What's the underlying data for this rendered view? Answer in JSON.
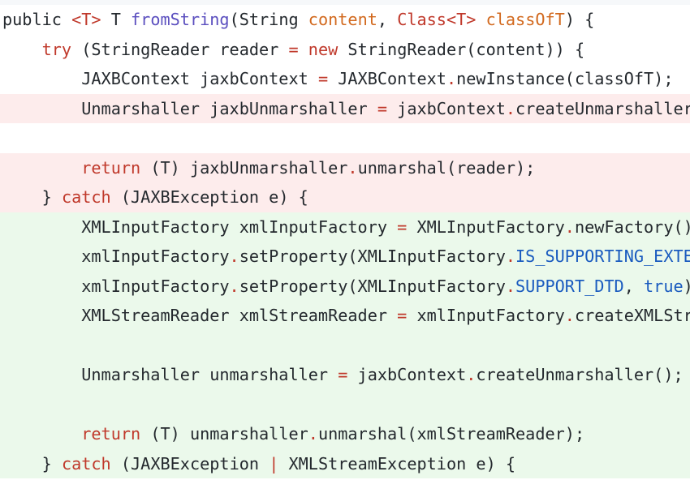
{
  "diff_colors": {
    "removed_bg": "#fdecec",
    "added_bg": "#ebf9eb",
    "keyword": "#c0392b",
    "function_name": "#5b4fbf",
    "parameter": "#d2691e",
    "constant": "#1a5bbf",
    "text": "#24292e"
  },
  "lines": [
    {
      "kind": "context",
      "tokens": [
        {
          "t": "plain",
          "v": "public "
        },
        {
          "t": "type",
          "v": "<T>"
        },
        {
          "t": "plain",
          "v": " T "
        },
        {
          "t": "fn",
          "v": "fromString"
        },
        {
          "t": "plain",
          "v": "(String "
        },
        {
          "t": "param",
          "v": "content"
        },
        {
          "t": "plain",
          "v": ", "
        },
        {
          "t": "type",
          "v": "Class<T>"
        },
        {
          "t": "plain",
          "v": " "
        },
        {
          "t": "param",
          "v": "classOfT"
        },
        {
          "t": "plain",
          "v": ") {"
        }
      ]
    },
    {
      "kind": "context",
      "tokens": [
        {
          "t": "plain",
          "v": "    "
        },
        {
          "t": "kw",
          "v": "try"
        },
        {
          "t": "plain",
          "v": " (StringReader reader "
        },
        {
          "t": "op",
          "v": "="
        },
        {
          "t": "plain",
          "v": " "
        },
        {
          "t": "kw",
          "v": "new"
        },
        {
          "t": "plain",
          "v": " StringReader(content)) {"
        }
      ]
    },
    {
      "kind": "context",
      "tokens": [
        {
          "t": "plain",
          "v": "        JAXBContext jaxbContext "
        },
        {
          "t": "op",
          "v": "="
        },
        {
          "t": "plain",
          "v": " JAXBContext"
        },
        {
          "t": "op",
          "v": "."
        },
        {
          "t": "plain",
          "v": "newInstance(classOfT);"
        }
      ]
    },
    {
      "kind": "removed",
      "tokens": [
        {
          "t": "plain",
          "v": "        Unmarshaller jaxbUnmarshaller "
        },
        {
          "t": "op",
          "v": "="
        },
        {
          "t": "plain",
          "v": " jaxbContext"
        },
        {
          "t": "op",
          "v": "."
        },
        {
          "t": "plain",
          "v": "createUnmarshaller"
        }
      ]
    },
    {
      "kind": "context",
      "tokens": []
    },
    {
      "kind": "removed",
      "tokens": [
        {
          "t": "plain",
          "v": "        "
        },
        {
          "t": "kw",
          "v": "return"
        },
        {
          "t": "plain",
          "v": " (T) jaxbUnmarshaller"
        },
        {
          "t": "op",
          "v": "."
        },
        {
          "t": "plain",
          "v": "unmarshal(reader);"
        }
      ]
    },
    {
      "kind": "removed",
      "tokens": [
        {
          "t": "plain",
          "v": "    } "
        },
        {
          "t": "kw",
          "v": "catch"
        },
        {
          "t": "plain",
          "v": " (JAXBException e) {"
        }
      ]
    },
    {
      "kind": "added",
      "tokens": [
        {
          "t": "plain",
          "v": "        XMLInputFactory xmlInputFactory "
        },
        {
          "t": "op",
          "v": "="
        },
        {
          "t": "plain",
          "v": " XMLInputFactory"
        },
        {
          "t": "op",
          "v": "."
        },
        {
          "t": "plain",
          "v": "newFactory()"
        }
      ]
    },
    {
      "kind": "added",
      "tokens": [
        {
          "t": "plain",
          "v": "        xmlInputFactory"
        },
        {
          "t": "op",
          "v": "."
        },
        {
          "t": "plain",
          "v": "setProperty(XMLInputFactory"
        },
        {
          "t": "op",
          "v": "."
        },
        {
          "t": "const",
          "v": "IS_SUPPORTING_EXTER"
        }
      ]
    },
    {
      "kind": "added",
      "tokens": [
        {
          "t": "plain",
          "v": "        xmlInputFactory"
        },
        {
          "t": "op",
          "v": "."
        },
        {
          "t": "plain",
          "v": "setProperty(XMLInputFactory"
        },
        {
          "t": "op",
          "v": "."
        },
        {
          "t": "const",
          "v": "SUPPORT_DTD"
        },
        {
          "t": "plain",
          "v": ", "
        },
        {
          "t": "const",
          "v": "true"
        },
        {
          "t": "plain",
          "v": ")"
        }
      ]
    },
    {
      "kind": "added",
      "tokens": [
        {
          "t": "plain",
          "v": "        XMLStreamReader xmlStreamReader "
        },
        {
          "t": "op",
          "v": "="
        },
        {
          "t": "plain",
          "v": " xmlInputFactory"
        },
        {
          "t": "op",
          "v": "."
        },
        {
          "t": "plain",
          "v": "createXMLStre"
        }
      ]
    },
    {
      "kind": "added",
      "tokens": []
    },
    {
      "kind": "added",
      "tokens": [
        {
          "t": "plain",
          "v": "        Unmarshaller unmarshaller "
        },
        {
          "t": "op",
          "v": "="
        },
        {
          "t": "plain",
          "v": " jaxbContext"
        },
        {
          "t": "op",
          "v": "."
        },
        {
          "t": "plain",
          "v": "createUnmarshaller();"
        }
      ]
    },
    {
      "kind": "added",
      "tokens": []
    },
    {
      "kind": "added",
      "tokens": [
        {
          "t": "plain",
          "v": "        "
        },
        {
          "t": "kw",
          "v": "return"
        },
        {
          "t": "plain",
          "v": " (T) unmarshaller"
        },
        {
          "t": "op",
          "v": "."
        },
        {
          "t": "plain",
          "v": "unmarshal(xmlStreamReader);"
        }
      ]
    },
    {
      "kind": "added",
      "tokens": [
        {
          "t": "plain",
          "v": "    } "
        },
        {
          "t": "kw",
          "v": "catch"
        },
        {
          "t": "plain",
          "v": " (JAXBException "
        },
        {
          "t": "op",
          "v": "|"
        },
        {
          "t": "plain",
          "v": " XMLStreamException e) {"
        }
      ]
    }
  ]
}
